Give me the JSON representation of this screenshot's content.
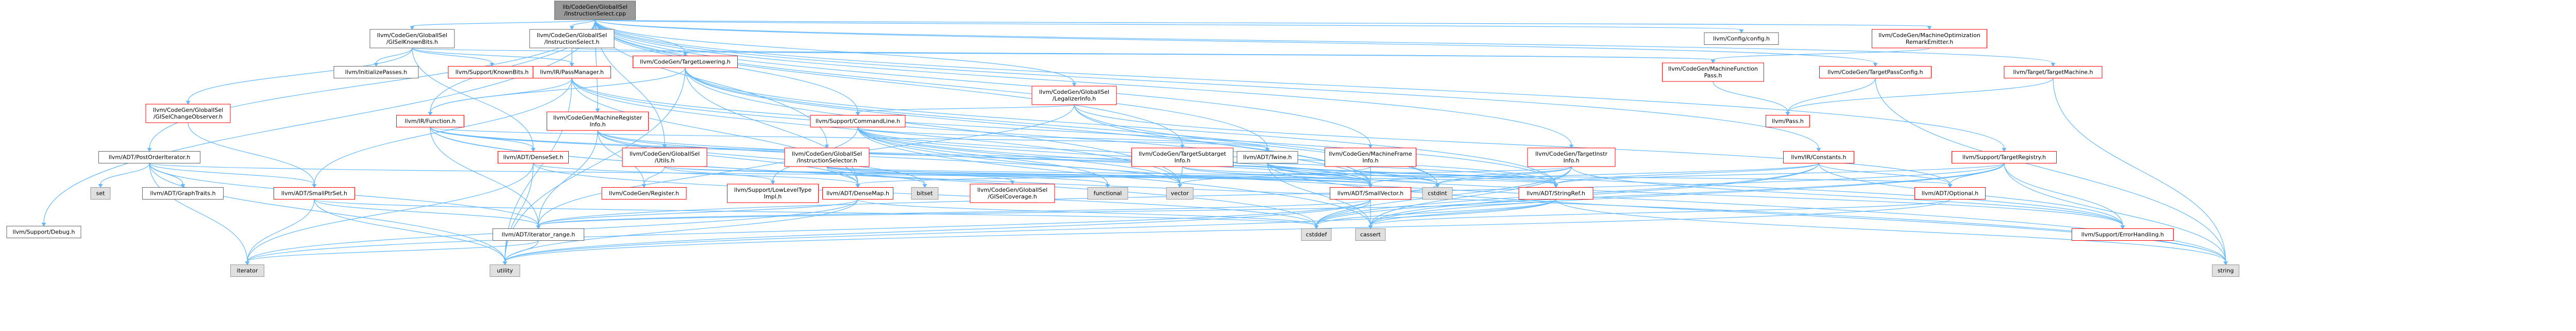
{
  "colors": {
    "edge": "#63b8ff",
    "root_fill": "#999999",
    "external_fill": "#e0e0e0",
    "linked_border": "#ff0000",
    "plain_border": "#666666"
  },
  "nodes": [
    {
      "id": "root",
      "lines": [
        "lib/CodeGen/GlobalISel",
        "/InstructionSelect.cpp"
      ],
      "style": "root"
    },
    {
      "id": "knownbits",
      "lines": [
        "llvm/CodeGen/GlobalISel",
        "/GISelKnownBits.h"
      ],
      "style": "plain"
    },
    {
      "id": "initpasses",
      "lines": [
        "llvm/InitializePasses.h"
      ],
      "style": "plain"
    },
    {
      "id": "supportknownbits",
      "lines": [
        "llvm/Support/KnownBits.h"
      ],
      "style": "link"
    },
    {
      "id": "passmanager",
      "lines": [
        "llvm/IR/PassManager.h"
      ],
      "style": "link"
    },
    {
      "id": "changeobserver",
      "lines": [
        "llvm/CodeGen/GlobalISel",
        "/GISelChangeObserver.h"
      ],
      "style": "link"
    },
    {
      "id": "instselect",
      "lines": [
        "llvm/CodeGen/GlobalISel",
        "/InstructionSelect.h"
      ],
      "style": "plain"
    },
    {
      "id": "targetlowering",
      "lines": [
        "llvm/CodeGen/TargetLowering.h"
      ],
      "style": "link"
    },
    {
      "id": "legalizerinfo",
      "lines": [
        "llvm/CodeGen/GlobalISel",
        "/LegalizerInfo.h"
      ],
      "style": "link"
    },
    {
      "id": "config",
      "lines": [
        "llvm/Config/config.h"
      ],
      "style": "plain"
    },
    {
      "id": "remarkemitter",
      "lines": [
        "llvm/CodeGen/MachineOptimization",
        "RemarkEmitter.h"
      ],
      "style": "link"
    },
    {
      "id": "mfpass",
      "lines": [
        "llvm/CodeGen/MachineFunction",
        "Pass.h"
      ],
      "style": "link"
    },
    {
      "id": "targetpassconfig",
      "lines": [
        "llvm/CodeGen/TargetPassConfig.h"
      ],
      "style": "link"
    },
    {
      "id": "targetmachine",
      "lines": [
        "llvm/Target/TargetMachine.h"
      ],
      "style": "link"
    },
    {
      "id": "irfunction",
      "lines": [
        "llvm/IR/Function.h"
      ],
      "style": "link"
    },
    {
      "id": "mreginfo",
      "lines": [
        "llvm/CodeGen/MachineRegister",
        "Info.h"
      ],
      "style": "link"
    },
    {
      "id": "commandline",
      "lines": [
        "llvm/Support/CommandLine.h"
      ],
      "style": "link"
    },
    {
      "id": "pass",
      "lines": [
        "llvm/Pass.h"
      ],
      "style": "link"
    },
    {
      "id": "postorder",
      "lines": [
        "llvm/ADT/PostOrderIterator.h"
      ],
      "style": "plain"
    },
    {
      "id": "denseset",
      "lines": [
        "llvm/ADT/DenseSet.h"
      ],
      "style": "link"
    },
    {
      "id": "isutils",
      "lines": [
        "llvm/CodeGen/GlobalISel",
        "/Utils.h"
      ],
      "style": "link"
    },
    {
      "id": "isinstselector",
      "lines": [
        "llvm/CodeGen/GlobalISel",
        "/InstructionSelector.h"
      ],
      "style": "link"
    },
    {
      "id": "targetsubtarget",
      "lines": [
        "llvm/CodeGen/TargetSubtarget",
        "Info.h"
      ],
      "style": "link"
    },
    {
      "id": "mframeinfo",
      "lines": [
        "llvm/CodeGen/MachineFrame",
        "Info.h"
      ],
      "style": "link"
    },
    {
      "id": "twine",
      "lines": [
        "llvm/ADT/Twine.h"
      ],
      "style": "plain"
    },
    {
      "id": "targetinstrinfo",
      "lines": [
        "llvm/CodeGen/TargetInstr",
        "Info.h"
      ],
      "style": "link"
    },
    {
      "id": "irconstants",
      "lines": [
        "llvm/IR/Constants.h"
      ],
      "style": "link"
    },
    {
      "id": "targetregistry",
      "lines": [
        "llvm/Support/TargetRegistry.h"
      ],
      "style": "link"
    },
    {
      "id": "set",
      "lines": [
        "set"
      ],
      "style": "ext"
    },
    {
      "id": "graphtraits",
      "lines": [
        "llvm/ADT/GraphTraits.h"
      ],
      "style": "plain"
    },
    {
      "id": "smallptrset",
      "lines": [
        "llvm/ADT/SmallPtrSet.h"
      ],
      "style": "link"
    },
    {
      "id": "cgregister",
      "lines": [
        "llvm/CodeGen/Register.h"
      ],
      "style": "link"
    },
    {
      "id": "lowleveltype",
      "lines": [
        "llvm/Support/LowLevelType",
        "Impl.h"
      ],
      "style": "link"
    },
    {
      "id": "densemap",
      "lines": [
        "llvm/ADT/DenseMap.h"
      ],
      "style": "link"
    },
    {
      "id": "bitset",
      "lines": [
        "bitset"
      ],
      "style": "ext"
    },
    {
      "id": "cgcoverage",
      "lines": [
        "llvm/CodeGen/GlobalISel",
        "/GISelCoverage.h"
      ],
      "style": "link"
    },
    {
      "id": "functional",
      "lines": [
        "functional"
      ],
      "style": "ext"
    },
    {
      "id": "vector",
      "lines": [
        "vector"
      ],
      "style": "ext"
    },
    {
      "id": "smallvector",
      "lines": [
        "llvm/ADT/SmallVector.h"
      ],
      "style": "link"
    },
    {
      "id": "cstdint",
      "lines": [
        "cstdint"
      ],
      "style": "ext"
    },
    {
      "id": "stringref",
      "lines": [
        "llvm/ADT/StringRef.h"
      ],
      "style": "link"
    },
    {
      "id": "optional",
      "lines": [
        "llvm/ADT/Optional.h"
      ],
      "style": "link"
    },
    {
      "id": "supportdebug",
      "lines": [
        "llvm/Support/Debug.h"
      ],
      "style": "plain"
    },
    {
      "id": "iteratorrange",
      "lines": [
        "llvm/ADT/iterator_range.h"
      ],
      "style": "plain"
    },
    {
      "id": "cstddef",
      "lines": [
        "cstddef"
      ],
      "style": "ext"
    },
    {
      "id": "cassert",
      "lines": [
        "cassert"
      ],
      "style": "ext"
    },
    {
      "id": "errorhandling",
      "lines": [
        "llvm/Support/ErrorHandling.h"
      ],
      "style": "link"
    },
    {
      "id": "iterator",
      "lines": [
        "iterator"
      ],
      "style": "ext"
    },
    {
      "id": "utility",
      "lines": [
        "utility"
      ],
      "style": "ext"
    },
    {
      "id": "string",
      "lines": [
        "string"
      ],
      "style": "ext"
    }
  ],
  "edges": [
    [
      "root",
      "knownbits"
    ],
    [
      "root",
      "instselect"
    ],
    [
      "root",
      "targetlowering"
    ],
    [
      "root",
      "legalizerinfo"
    ],
    [
      "root",
      "config"
    ],
    [
      "root",
      "remarkemitter"
    ],
    [
      "root",
      "targetpassconfig"
    ],
    [
      "root",
      "targetmachine"
    ],
    [
      "root",
      "irfunction"
    ],
    [
      "root",
      "mreginfo"
    ],
    [
      "root",
      "commandline"
    ],
    [
      "root",
      "postorder"
    ],
    [
      "root",
      "isutils"
    ],
    [
      "root",
      "isinstselector"
    ],
    [
      "root",
      "targetsubtarget"
    ],
    [
      "root",
      "mframeinfo"
    ],
    [
      "root",
      "twine"
    ],
    [
      "root",
      "targetinstrinfo"
    ],
    [
      "root",
      "irconstants"
    ],
    [
      "root",
      "targetregistry"
    ],
    [
      "root",
      "supportdebug"
    ],
    [
      "root",
      "scope_guard_placeholder"
    ],
    [
      "knownbits",
      "initpasses"
    ],
    [
      "knownbits",
      "supportknownbits"
    ],
    [
      "knownbits",
      "passmanager"
    ],
    [
      "knownbits",
      "changeobserver"
    ],
    [
      "knownbits",
      "mfpass"
    ],
    [
      "knownbits",
      "denseset"
    ],
    [
      "instselect",
      "mfpass"
    ],
    [
      "instselect",
      "passmanager"
    ],
    [
      "targetlowering",
      "irfunction"
    ],
    [
      "targetlowering",
      "densemap"
    ],
    [
      "targetlowering",
      "smallvector"
    ],
    [
      "targetlowering",
      "stringref"
    ],
    [
      "targetlowering",
      "vector"
    ],
    [
      "targetlowering",
      "cstdint"
    ],
    [
      "targetlowering",
      "utility"
    ],
    [
      "legalizerinfo",
      "commandline"
    ],
    [
      "legalizerinfo",
      "smallvector"
    ],
    [
      "legalizerinfo",
      "optional"
    ],
    [
      "legalizerinfo",
      "lowleveltype"
    ],
    [
      "legalizerinfo",
      "cstdint"
    ],
    [
      "remarkemitter",
      "mfpass"
    ],
    [
      "mfpass",
      "pass"
    ],
    [
      "targetpassconfig",
      "pass"
    ],
    [
      "targetpassconfig",
      "string"
    ],
    [
      "targetmachine",
      "pass"
    ],
    [
      "targetmachine",
      "string"
    ],
    [
      "passmanager",
      "irfunction"
    ],
    [
      "passmanager",
      "densemap"
    ],
    [
      "passmanager",
      "smallptrset"
    ],
    [
      "passmanager",
      "smallvector"
    ],
    [
      "passmanager",
      "stringref"
    ],
    [
      "passmanager",
      "vector"
    ],
    [
      "passmanager",
      "utility"
    ],
    [
      "changeobserver",
      "smallptrset"
    ],
    [
      "irfunction",
      "denseset"
    ],
    [
      "irfunction",
      "stringref"
    ],
    [
      "irfunction",
      "twine"
    ],
    [
      "irfunction",
      "iteratorrange"
    ],
    [
      "irfunction",
      "cstddef"
    ],
    [
      "irfunction",
      "cstdint"
    ],
    [
      "irfunction",
      "string"
    ],
    [
      "mreginfo",
      "cgregister"
    ],
    [
      "mreginfo",
      "densemap"
    ],
    [
      "mreginfo",
      "smallvector"
    ],
    [
      "mreginfo",
      "iteratorrange"
    ],
    [
      "mreginfo",
      "vector"
    ],
    [
      "mreginfo",
      "bitset"
    ],
    [
      "commandline",
      "twine"
    ],
    [
      "commandline",
      "stringref"
    ],
    [
      "commandline",
      "smallvector"
    ],
    [
      "commandline",
      "errorhandling"
    ],
    [
      "commandline",
      "functional"
    ],
    [
      "commandline",
      "vector"
    ],
    [
      "commandline",
      "cassert"
    ],
    [
      "commandline",
      "string"
    ],
    [
      "commandline",
      "iteratorrange"
    ],
    [
      "postorder",
      "set"
    ],
    [
      "postorder",
      "graphtraits"
    ],
    [
      "postorder",
      "smallptrset"
    ],
    [
      "postorder",
      "smallvector"
    ],
    [
      "postorder",
      "iteratorrange"
    ],
    [
      "postorder",
      "iterator"
    ],
    [
      "postorder",
      "utility"
    ],
    [
      "denseset",
      "densemap"
    ],
    [
      "denseset",
      "cstddef"
    ],
    [
      "denseset",
      "iterator"
    ],
    [
      "denseset",
      "utility"
    ],
    [
      "isutils",
      "cgregister"
    ],
    [
      "isutils",
      "lowleveltype"
    ],
    [
      "isutils",
      "stringref"
    ],
    [
      "isutils",
      "smallvector"
    ],
    [
      "isinstselector",
      "densemap"
    ],
    [
      "isinstselector",
      "smallvector"
    ],
    [
      "isinstselector",
      "bitset"
    ],
    [
      "isinstselector",
      "cgcoverage"
    ],
    [
      "isinstselector",
      "functional"
    ],
    [
      "isinstselector",
      "optional"
    ],
    [
      "isinstselector",
      "cstdint"
    ],
    [
      "targetsubtarget",
      "smallvector"
    ],
    [
      "targetsubtarget",
      "stringref"
    ],
    [
      "targetsubtarget",
      "vector"
    ],
    [
      "mframeinfo",
      "smallvector"
    ],
    [
      "mframeinfo",
      "cassert"
    ],
    [
      "mframeinfo",
      "vector"
    ],
    [
      "twine",
      "smallvector"
    ],
    [
      "twine",
      "stringref"
    ],
    [
      "twine",
      "errorhandling"
    ],
    [
      "twine",
      "cassert"
    ],
    [
      "twine",
      "cstdint"
    ],
    [
      "twine",
      "string"
    ],
    [
      "targetinstrinfo",
      "densemap"
    ],
    [
      "targetinstrinfo",
      "smallvector"
    ],
    [
      "targetinstrinfo",
      "errorhandling"
    ],
    [
      "targetinstrinfo",
      "cassert"
    ],
    [
      "targetinstrinfo",
      "cstddef"
    ],
    [
      "targetinstrinfo",
      "cstdint"
    ],
    [
      "irconstants",
      "optional"
    ],
    [
      "irconstants",
      "stringref"
    ],
    [
      "irconstants",
      "errorhandling"
    ],
    [
      "irconstants",
      "cassert"
    ],
    [
      "irconstants",
      "cstddef"
    ],
    [
      "irconstants",
      "cstdint"
    ],
    [
      "targetregistry",
      "optional"
    ],
    [
      "targetregistry",
      "stringref"
    ],
    [
      "targetregistry",
      "iteratorrange"
    ],
    [
      "targetregistry",
      "errorhandling"
    ],
    [
      "targetregistry",
      "cassert"
    ],
    [
      "targetregistry",
      "cstddef"
    ],
    [
      "targetregistry",
      "string"
    ],
    [
      "smallptrset",
      "iteratorrange"
    ],
    [
      "smallptrset",
      "cstddef"
    ],
    [
      "smallptrset",
      "iterator"
    ],
    [
      "smallptrset",
      "utility"
    ],
    [
      "densemap",
      "iteratorrange"
    ],
    [
      "densemap",
      "cstddef"
    ],
    [
      "densemap",
      "iterator"
    ],
    [
      "densemap",
      "utility"
    ],
    [
      "smallvector",
      "iteratorrange"
    ],
    [
      "smallvector",
      "cstddef"
    ],
    [
      "smallvector",
      "cstdint"
    ],
    [
      "smallvector",
      "iterator"
    ],
    [
      "smallvector",
      "utility"
    ],
    [
      "stringref",
      "iteratorrange"
    ],
    [
      "stringref",
      "cassert"
    ],
    [
      "stringref",
      "cstddef"
    ],
    [
      "stringref",
      "string"
    ],
    [
      "stringref",
      "utility"
    ],
    [
      "optional",
      "cassert"
    ],
    [
      "optional",
      "utility"
    ],
    [
      "iteratorrange",
      "iterator"
    ],
    [
      "iteratorrange",
      "utility"
    ]
  ]
}
